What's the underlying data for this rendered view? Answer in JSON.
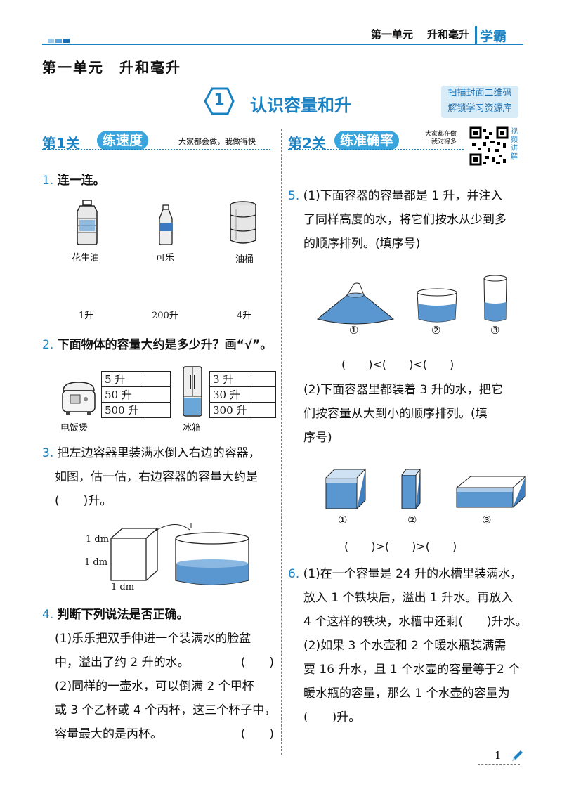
{
  "header": {
    "unit_label": "第一单元",
    "topic": "升和毫升",
    "brand": "学霸"
  },
  "page_title": "第一单元　升和毫升",
  "lesson": {
    "number": "1",
    "title": "认识容量和升"
  },
  "qr_box": {
    "line1": "扫描封面二维码",
    "line2": "解锁学习资源库"
  },
  "level1": {
    "title": "第1关",
    "badge": "练速度",
    "slogan": "大家都会做，我做得快"
  },
  "level2": {
    "title": "第2关",
    "badge": "练准确率",
    "slogan_line1": "大家都在做",
    "slogan_line2": "我对得多",
    "video_label": "视频讲解"
  },
  "q1": {
    "number": "1.",
    "text": "连一连。",
    "items": [
      "花生油",
      "可乐",
      "油桶"
    ],
    "volumes": [
      "1升",
      "200升",
      "4升"
    ]
  },
  "q2": {
    "number": "2.",
    "text": "下面物体的容量大约是多少升？画“√”。",
    "obj1": "电饭煲",
    "opts1": [
      "5 升",
      "50 升",
      "500 升"
    ],
    "obj2": "冰箱",
    "opts2": [
      "3 升",
      "30 升",
      "300 升"
    ]
  },
  "q3": {
    "number": "3.",
    "line1": "把左边容器里装满水倒入右边的容器，",
    "line2": "如图，估一估，右边容器的容量大约是",
    "line3": "(　　)升。",
    "dim1": "1 dm",
    "dim2": "1 dm",
    "dim3": "1 dm"
  },
  "q4": {
    "number": "4.",
    "text": "判断下列说法是否正确。",
    "s1_line1": "(1)乐乐把双手伸进一个装满水的脸盆",
    "s1_line2": "中，溢出了约 2 升的水。",
    "s2_line1": "(2)同样的一壶水，可以倒满 2 个甲杯",
    "s2_line2": "或 3 个乙杯或 4 个丙杯，这三个杯子中，",
    "s2_line3": "容量最大的是丙杯。",
    "paren": "(　　)"
  },
  "q5": {
    "number": "5.",
    "p1_line1": "(1)下面容器的容量都是 1 升，并注入",
    "p1_line2": "了同样高度的水，将它们按水从少到多",
    "p1_line3": "的顺序排列。(填序号)",
    "order1": "(　　)<(　　)<(　　)",
    "p2_line1": "(2)下面容器里都装着 3 升的水，把它",
    "p2_line2": "们按容量从大到小的顺序排列。(填",
    "p2_line3": "序号)",
    "order2": "(　　)>(　　)>(　　)",
    "labels": [
      "①",
      "②",
      "③"
    ]
  },
  "q6": {
    "number": "6.",
    "p1_line1": "(1)在一个容量是 24 升的水槽里装满水，",
    "p1_line2": "放入 1 个铁块后，溢出 1 升水。再放入",
    "p1_line3": "4 个这样的铁块，水槽中还剩(　　)升水。",
    "p2_line1": "(2)如果 3 个水壶和 2 个暖水瓶装满需",
    "p2_line2": "要 16 升水，且 1 个水壶的容量等于2 个",
    "p2_line3": "暖水瓶的容量，那么 1 个水壶的容量为",
    "p2_line4": "(　　)升。"
  },
  "page_number": "1",
  "colors": {
    "accent": "#1a82c3",
    "water": "#6aa6d8",
    "badge": "#3aa4dc"
  }
}
